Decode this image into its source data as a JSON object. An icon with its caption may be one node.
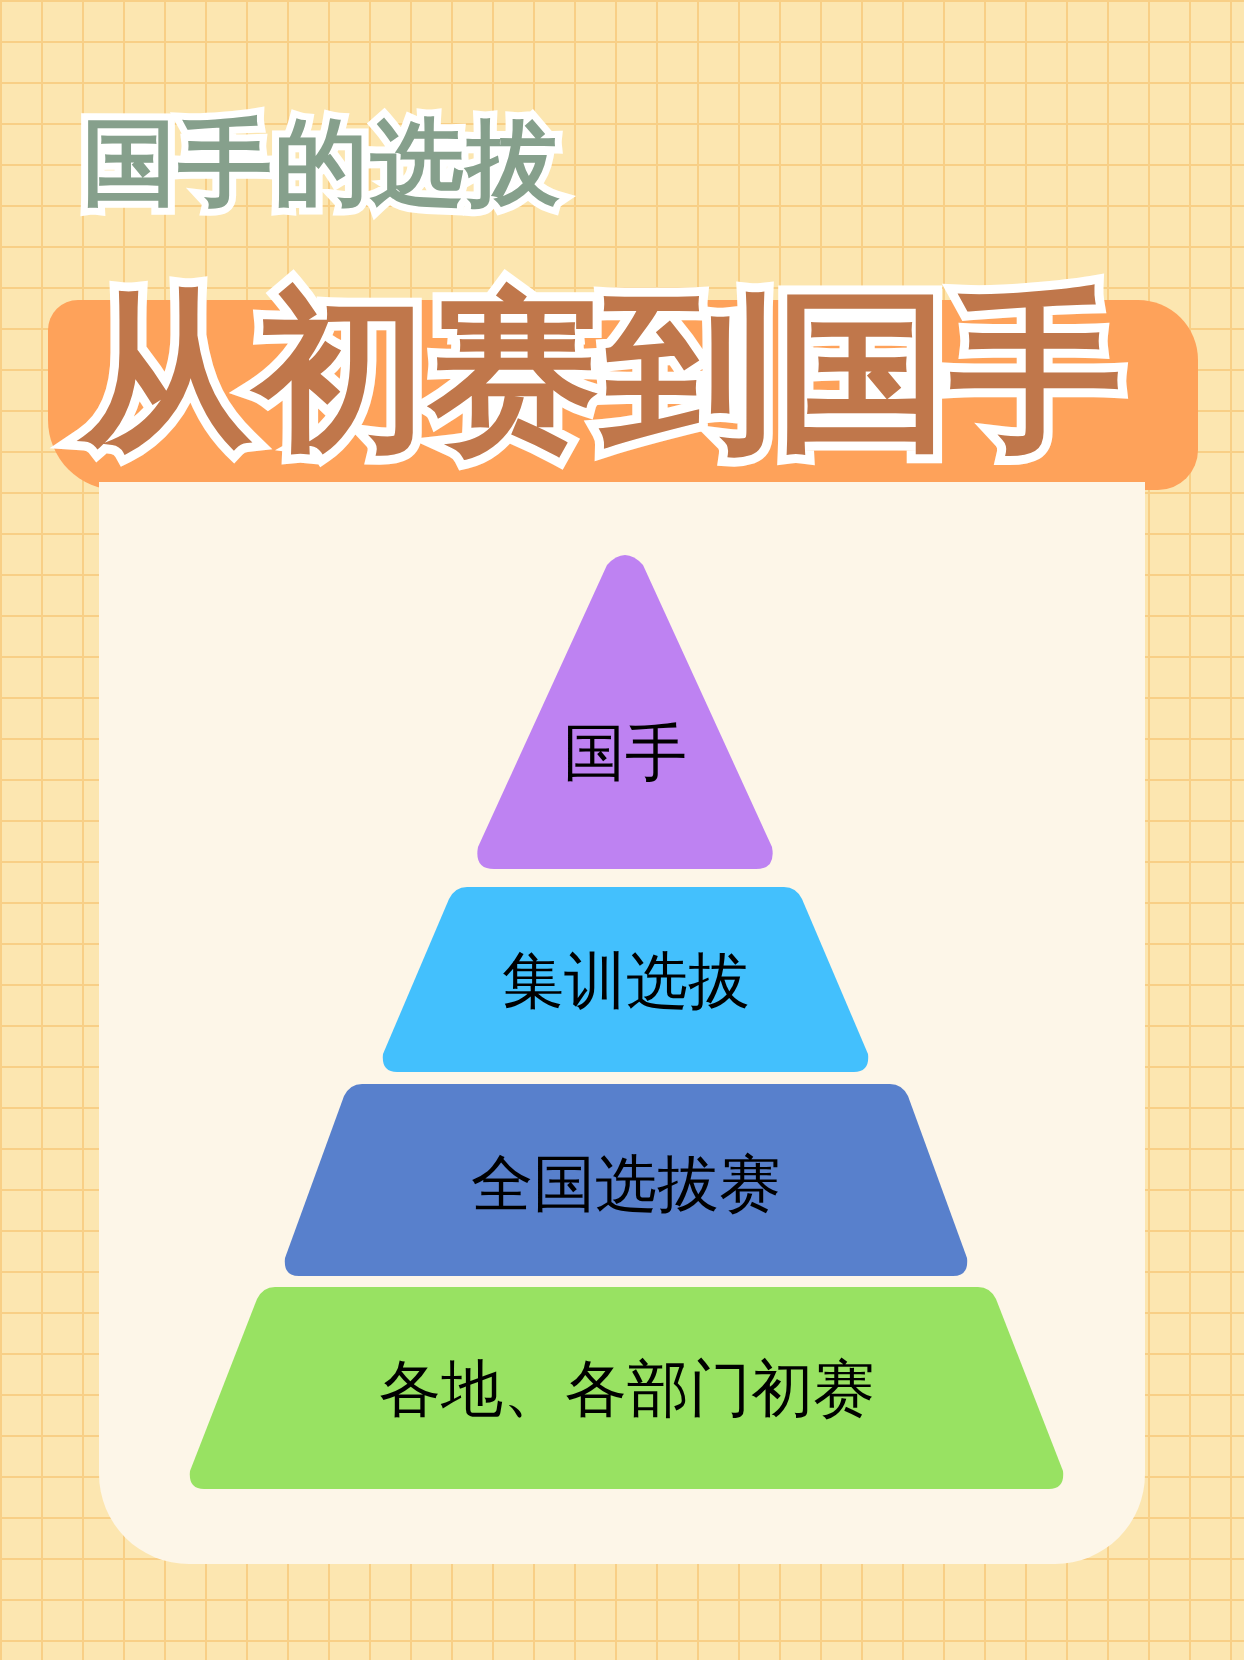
{
  "diagram": {
    "title": "国手的选拔",
    "nodes": [
      {
        "text": [
          "国手"
        ]
      },
      {
        "text": [
          "集训选拔"
        ]
      },
      {
        "text": [
          "全国选拔赛"
        ]
      },
      {
        "text": [
          "各地、各部门初赛"
        ]
      }
    ],
    "labels": [
      "从初赛到国手"
    ]
  }
}
